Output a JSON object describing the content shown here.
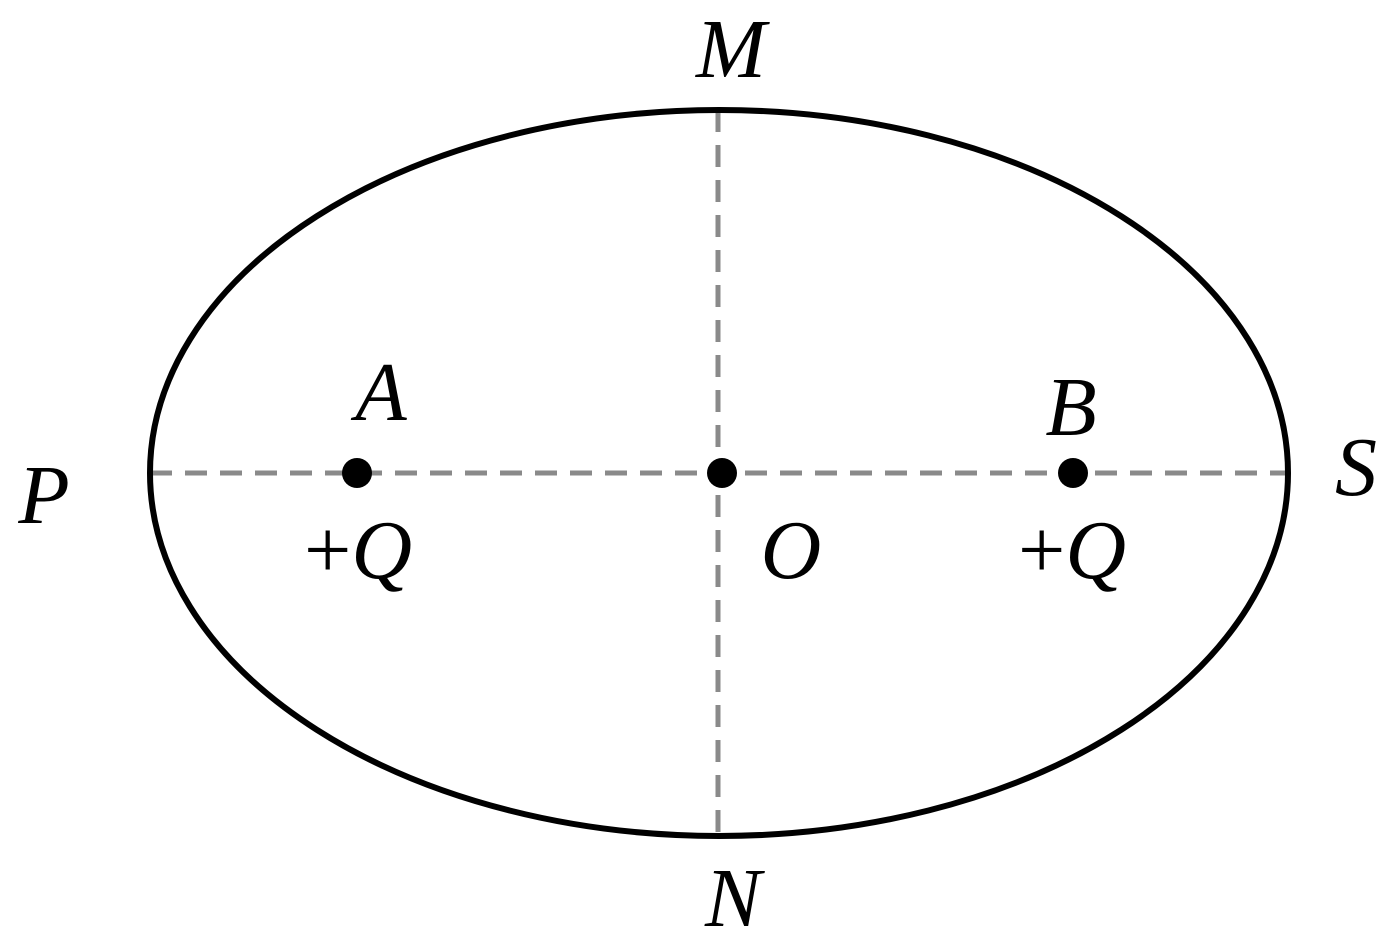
{
  "labels": {
    "top": "M",
    "bottom": "N",
    "left": "P",
    "right": "S",
    "center": "O",
    "point_a": "A",
    "point_b": "B"
  },
  "charges": {
    "a": {
      "sign": "+",
      "symbol": "Q"
    },
    "b": {
      "sign": "+",
      "symbol": "Q"
    }
  },
  "colors": {
    "ellipse": "#000000",
    "axes": "#8a8a8a",
    "points": "#000000"
  }
}
